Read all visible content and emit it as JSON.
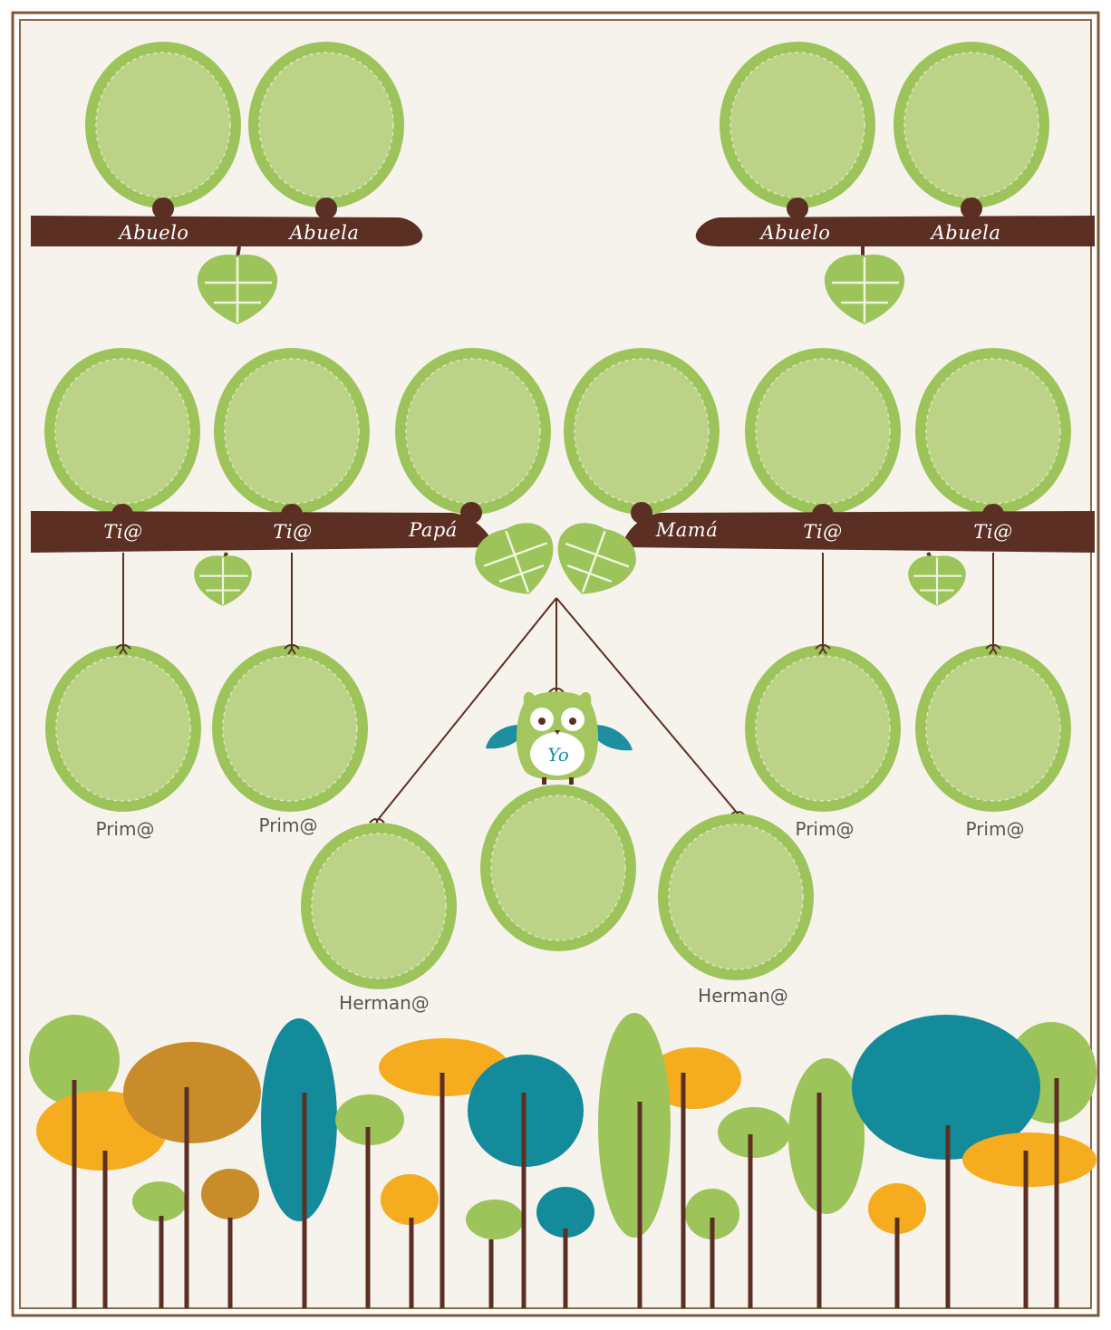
{
  "colors": {
    "frame_outer": "#7a5a3e",
    "frame_inner": "#8b6a4a",
    "background": "#f6f3ec",
    "branch": "#5b2f23",
    "photo_ring": "#9dc35b",
    "photo_fill": "#bcd387",
    "leaf": "#9dc35b",
    "leaf_vein": "#eef5dd",
    "string": "#5b2f23",
    "owl_body": "#a3c65e",
    "owl_wing": "#1d8fa0",
    "label_plain": "#555555",
    "tree_palette": {
      "green": "#9dc35b",
      "ochre": "#c98c2a",
      "teal": "#138b9b",
      "orange": "#f6ac1f"
    },
    "trunk": "#5b2f23"
  },
  "labels": {
    "grandfather_left": "Abuelo",
    "grandmother_left": "Abuela",
    "grandfather_right": "Abuelo",
    "grandmother_right": "Abuela",
    "aunt_1": "Ti@",
    "aunt_2": "Ti@",
    "dad": "Papá",
    "mom": "Mamá",
    "aunt_3": "Ti@",
    "aunt_4": "Ti@",
    "cousin_1": "Prim@",
    "cousin_2": "Prim@",
    "cousin_3": "Prim@",
    "cousin_4": "Prim@",
    "sibling_1": "Herman@",
    "sibling_2": "Herman@",
    "me": "Yo"
  },
  "icons": {
    "mascot": "owl-icon",
    "leaf": "leaf-icon",
    "knot": "bow-knot-icon"
  }
}
